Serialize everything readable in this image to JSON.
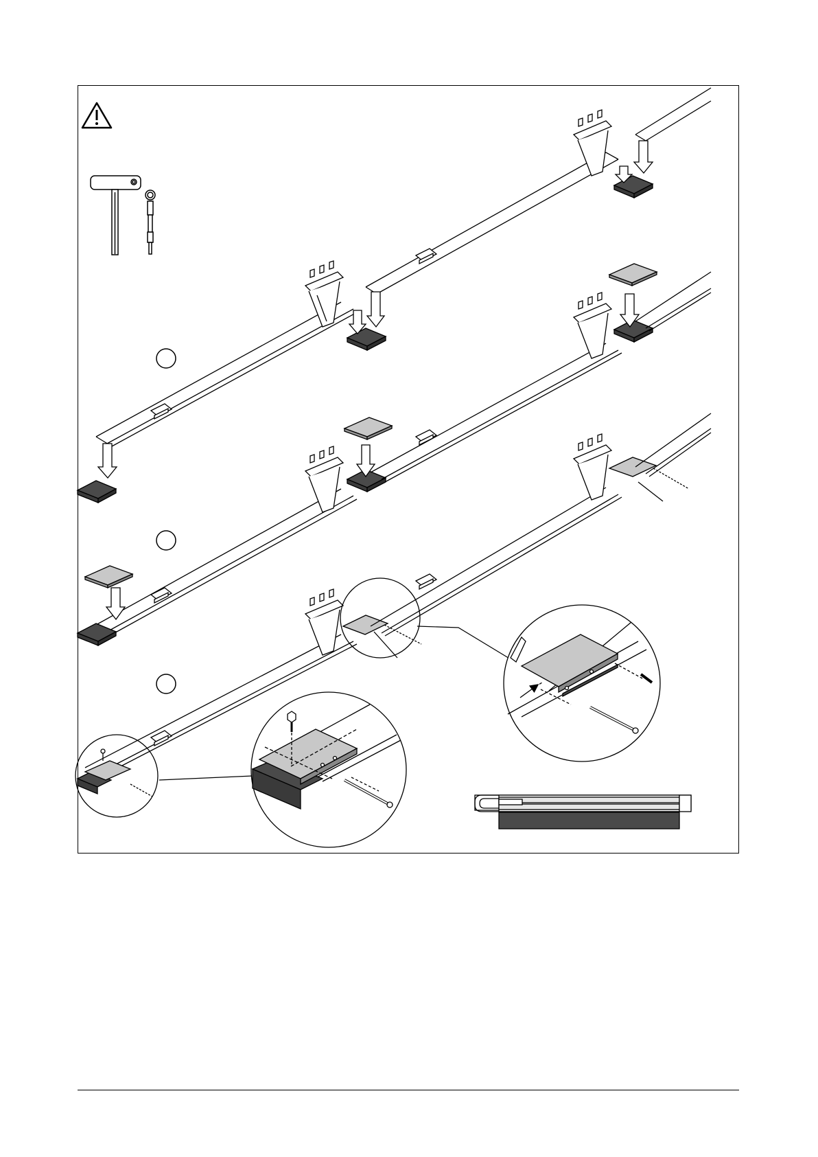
{
  "colors": {
    "line": "#000000",
    "panel_light": "#c8c8c8",
    "panel_dark": "#4a4a4a",
    "panel_darker": "#3a3a3a",
    "paper": "#ffffff",
    "rail_light": "#e6e6e6"
  },
  "icons": {
    "warning": "warning-triangle-icon",
    "t_key": "t-handle-key-icon",
    "socket": "socket-wrench-icon"
  },
  "steps": [
    {
      "id": "step-1",
      "number": ""
    },
    {
      "id": "step-2",
      "number": ""
    },
    {
      "id": "step-3",
      "number": ""
    }
  ]
}
